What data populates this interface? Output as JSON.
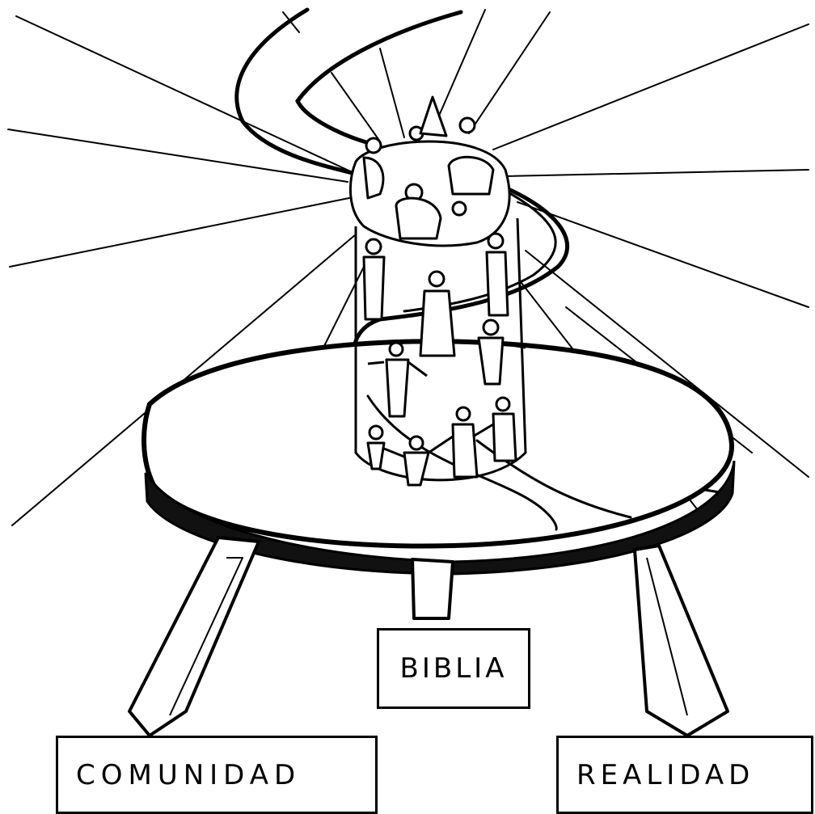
{
  "labels": {
    "biblia": "BIBLIA",
    "comunidad": "COMUNIDAD",
    "realidad": "REALIDAD"
  },
  "colors": {
    "ink": "#000000",
    "paper": "#ffffff"
  }
}
